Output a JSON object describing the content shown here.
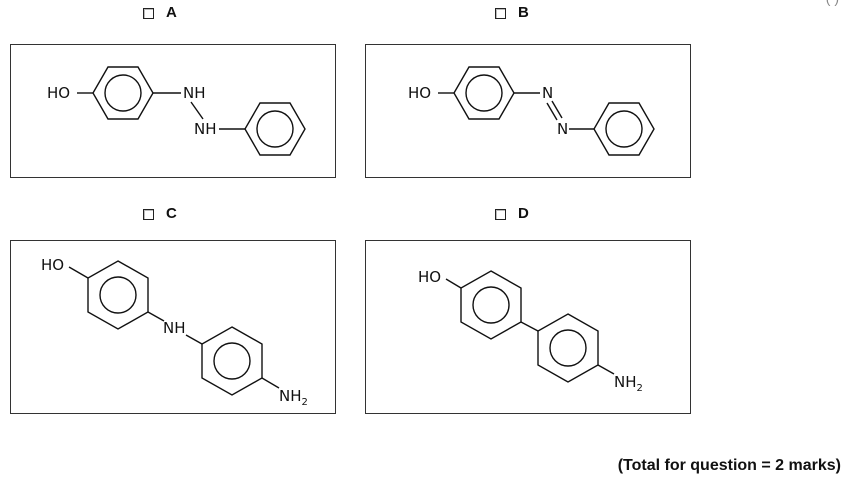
{
  "question": {
    "options": [
      {
        "letter": "A",
        "labels": {
          "ho": "HO",
          "nh1": "NH",
          "nh2": "NH"
        }
      },
      {
        "letter": "B",
        "labels": {
          "ho": "HO",
          "n1": "N",
          "n2": "N"
        }
      },
      {
        "letter": "C",
        "labels": {
          "ho": "HO",
          "nh": "NH",
          "nh2": "NH",
          "nh2_sub": "2"
        }
      },
      {
        "letter": "D",
        "labels": {
          "ho": "HO",
          "nh2": "NH",
          "nh2_sub": "2"
        }
      }
    ],
    "total": "(Total for question = 2 marks)",
    "corner_mark": "( )"
  }
}
